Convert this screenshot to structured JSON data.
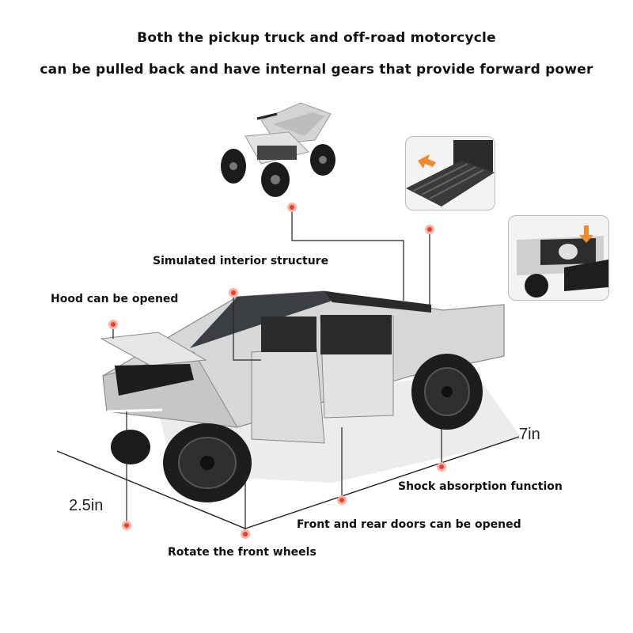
{
  "headline": {
    "line1": "Both the pickup truck and off-road motorcycle",
    "line2": "can be pulled back and have internal gears that provide forward power"
  },
  "callouts": {
    "interior": "Simulated interior structure",
    "hood": "Hood can be opened",
    "shock": "Shock absorption function",
    "doors": "Front and rear doors can be opened",
    "wheels": "Rotate the front wheels"
  },
  "dimensions": {
    "length": "7in",
    "height": "2.5in"
  },
  "colors": {
    "marker": "#e8412c",
    "marker_ring": "#f6b3a8",
    "body": "#d9d9d9",
    "tire": "#1d1d1d",
    "leader": "#222222"
  },
  "icons": [
    "atv-image",
    "tailgate-ramp-image",
    "truck-bed-image",
    "arrow-icon",
    "marker-dot-icon"
  ]
}
